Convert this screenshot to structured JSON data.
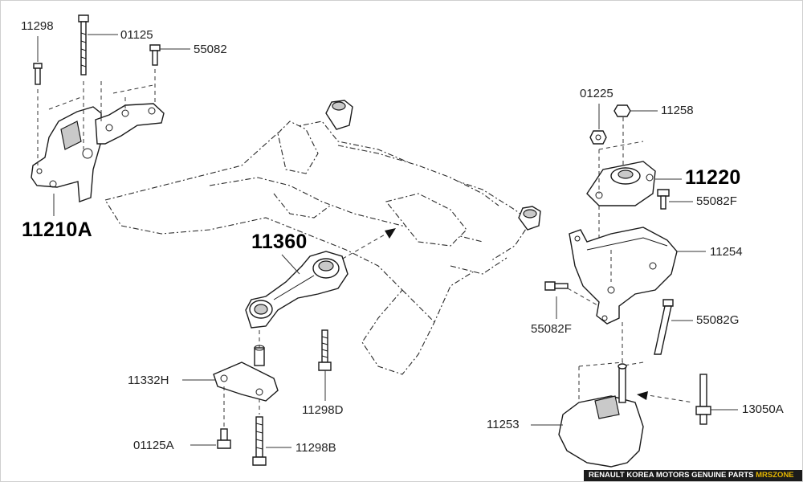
{
  "labels": {
    "p11298": "11298",
    "p01125": "01125",
    "p55082": "55082",
    "p11210A": "11210A",
    "p11360": "11360",
    "p01225": "01225",
    "p11258": "11258",
    "p11220": "11220",
    "p55082F_top": "55082F",
    "p11254": "11254",
    "p55082F_mid": "55082F",
    "p55082G": "55082G",
    "p11332H": "11332H",
    "p11298D": "11298D",
    "p01125A": "01125A",
    "p11298B": "11298B",
    "p11253": "11253",
    "p13050A": "13050A"
  },
  "footer": {
    "text": "RENAULT KOREA MOTORS GENUINE PARTS",
    "brand": "MRSZONE"
  }
}
